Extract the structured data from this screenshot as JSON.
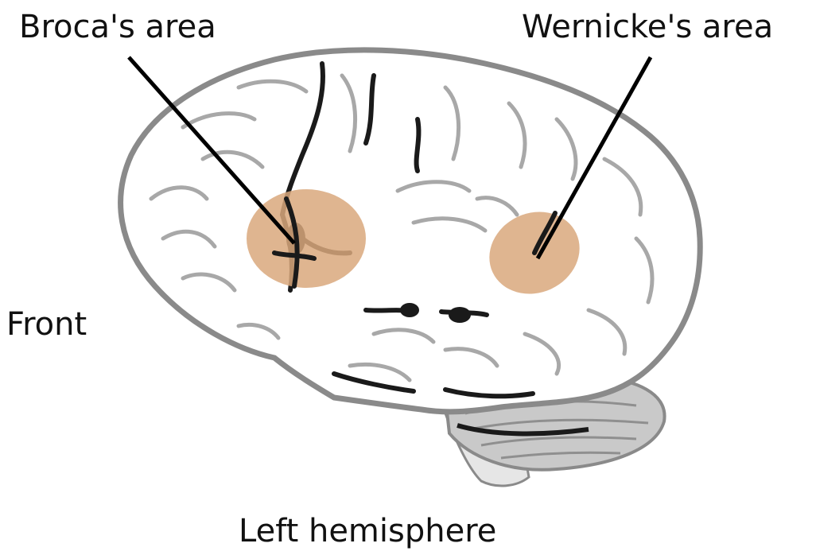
{
  "labels": {
    "broca": "Broca's area",
    "wernicke": "Wernicke's area",
    "front": "Front",
    "hemisphere": "Left hemisphere"
  },
  "colors": {
    "background": "#ffffff",
    "brain_fill": "#ffffff",
    "brain_outline": "#8a8a8a",
    "sulcus": "#1a1a1a",
    "gyrus_shade": "#9a9a9a",
    "cerebellum": "#bdbdbd",
    "highlight": "#d9a87c",
    "leader_line": "#000000",
    "text": "#111111"
  }
}
